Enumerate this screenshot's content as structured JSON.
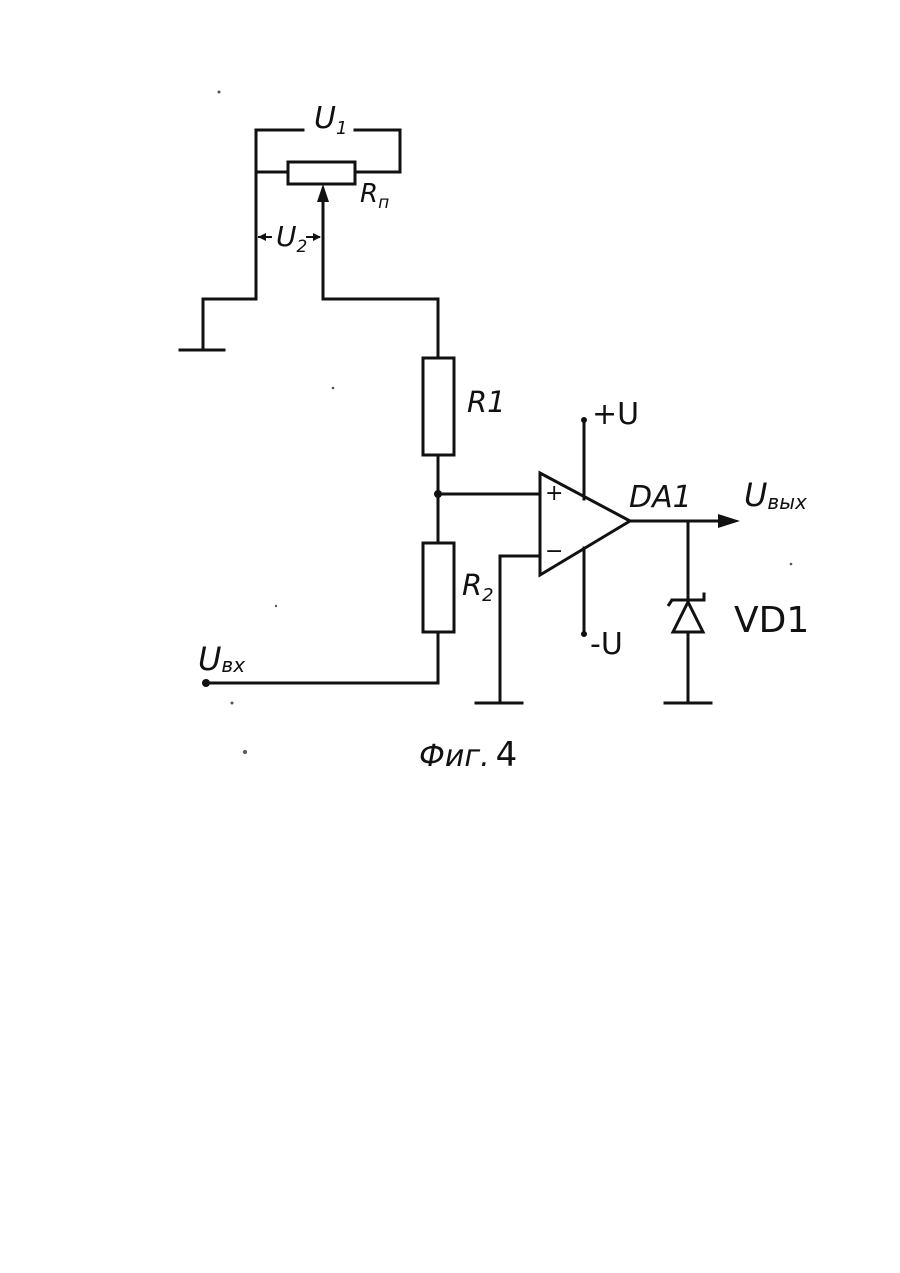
{
  "labels": {
    "u1": "U",
    "u1_sub": "1",
    "u2": "U",
    "u2_sub": "2",
    "rp": "R",
    "rp_sub": "п",
    "r1": "R1",
    "r2": "R",
    "r2_sub": "2",
    "plus_u": "+U",
    "minus_u": "-U",
    "da1": "DA1",
    "u_out": "U",
    "u_out_sub": "вых",
    "u_in": "U",
    "u_in_sub": "вх",
    "vd1": "VD1",
    "opamp_plus": "+",
    "opamp_minus": "−"
  },
  "caption": {
    "text": "Фиг.",
    "number": "4"
  }
}
